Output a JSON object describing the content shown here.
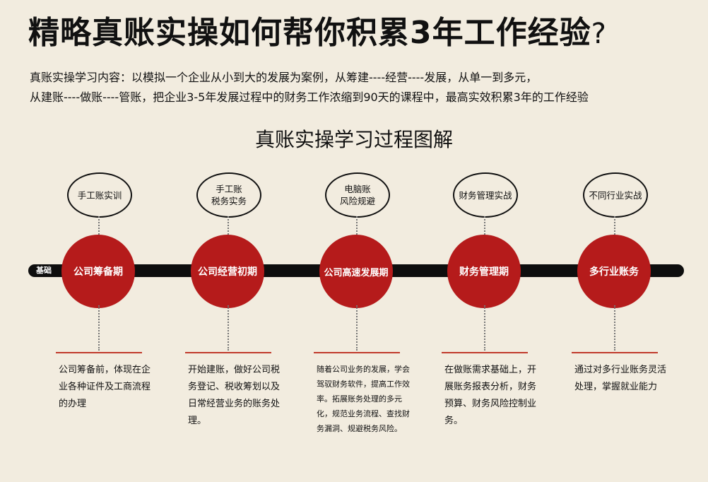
{
  "title": {
    "main": "精略真账实操如何帮你积累3年工作经验",
    "question_mark": "?"
  },
  "intro": {
    "line1": "真账实操学习内容：以模拟一个企业从小到大的发展为案例，从筹建----经营----发展，从单一到多元，",
    "line2": "从建账----做账----管账，把企业3-5年发展过程中的财务工作浓缩到90天的课程中，最高实效积累3年的工作经验"
  },
  "section_title": "真账实操学习过程图解",
  "timeline": {
    "base_label": "基础",
    "stages": [
      {
        "bubble": "手工账实训",
        "circle": "公司筹备期",
        "desc": "公司筹备前，体现在企业各种证件及工商流程的办理"
      },
      {
        "bubble": "手工账\n税务实务",
        "circle": "公司经营初期",
        "desc": "开始建账，做好公司税务登记、税收筹划以及日常经营业务的账务处理。"
      },
      {
        "bubble": "电脑账\n风险规避",
        "circle": "公司高速发展期",
        "desc": "随着公司业务的发展，学会驾驭财务软件，提高工作效率。拓展账务处理的多元化，规范业务流程、查找财务漏洞、规避税务风险。"
      },
      {
        "bubble": "财务管理实战",
        "circle": "财务管理期",
        "desc": "在做账需求基础上，开展账务报表分析，财务预算、财务风险控制业务。"
      },
      {
        "bubble": "不同行业实战",
        "circle": "多行业账务",
        "desc": "通过对多行业账务灵活处理，掌握就业能力"
      }
    ]
  },
  "colors": {
    "background": "#f2ecdf",
    "accent_red": "#b51b1b",
    "timeline_black": "#0e0e0e"
  }
}
